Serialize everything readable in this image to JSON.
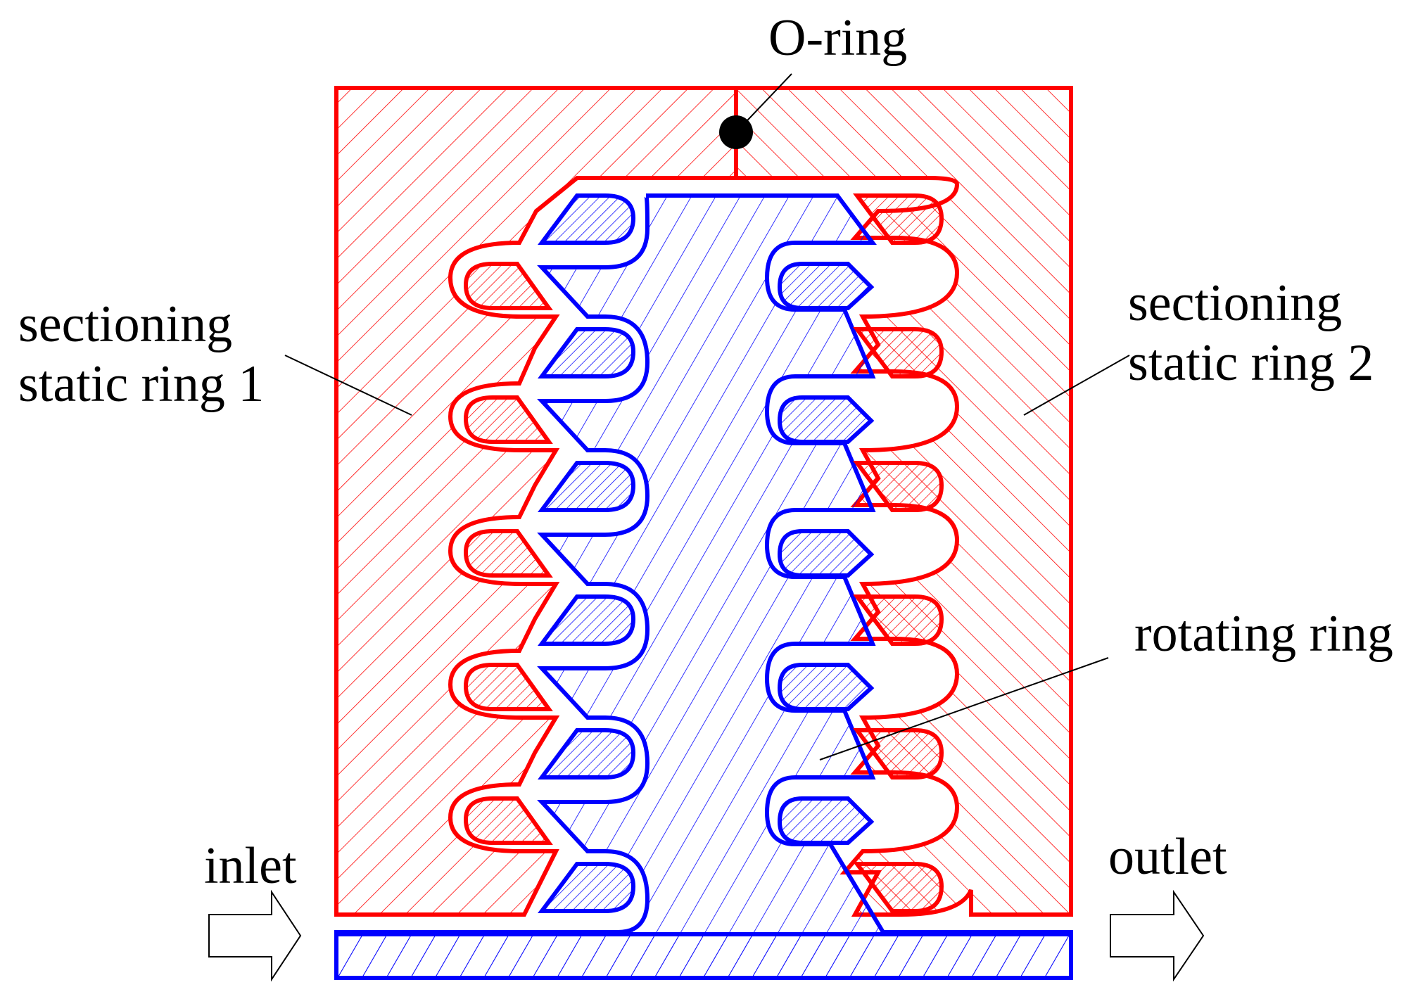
{
  "labels": {
    "oring": "O-ring",
    "static1_line1": "sectioning",
    "static1_line2": "static ring 1",
    "static2_line1": "sectioning",
    "static2_line2": "static ring 2",
    "rotating": "rotating ring",
    "inlet": "inlet",
    "outlet": "outlet"
  },
  "colors": {
    "static": "#ff0000",
    "rotating": "#0000ff",
    "oring": "#000000",
    "leader": "#000000",
    "arrow": "#000000"
  },
  "icons": {
    "inlet": "right-arrow-outline-icon",
    "outlet": "right-arrow-outline-icon",
    "oring": "filled-circle-icon"
  }
}
